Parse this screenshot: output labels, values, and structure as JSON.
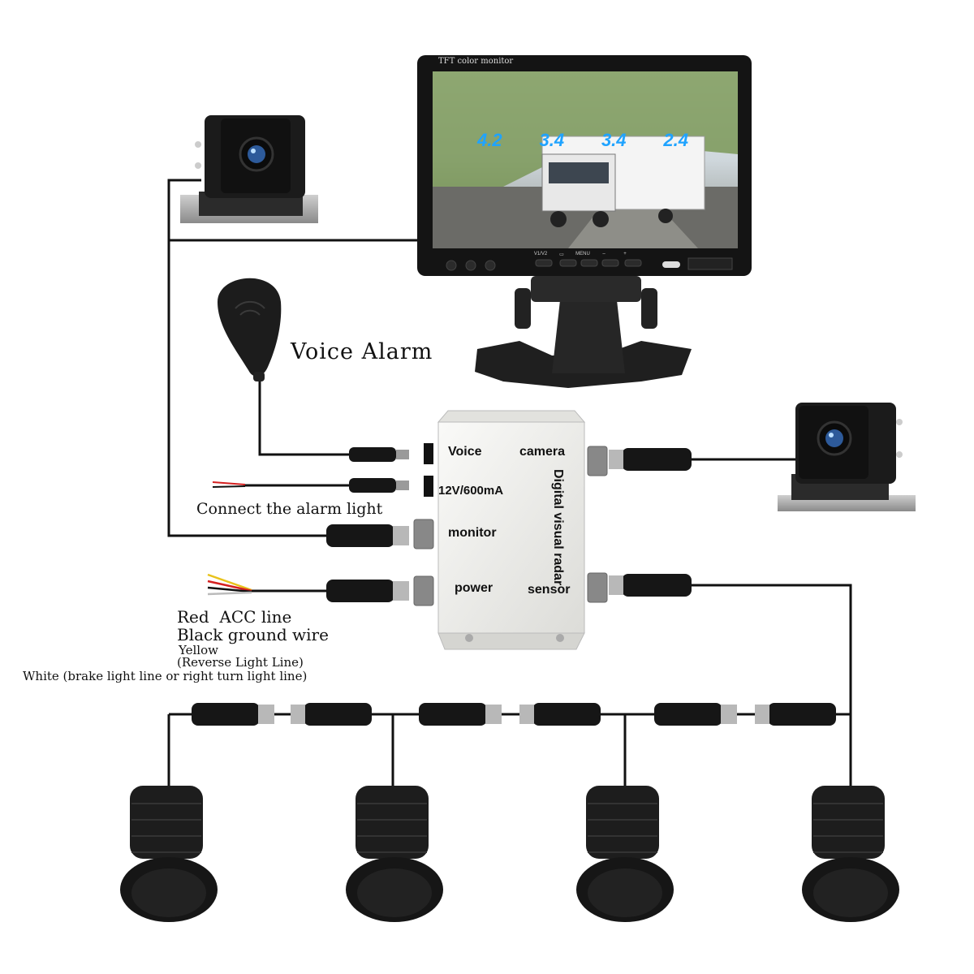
{
  "monitor": {
    "brand_label": "TFT color monitor",
    "overlay_readings": [
      "4.2",
      "3.4",
      "3.4",
      "2.4"
    ],
    "buttons": [
      "V1/V2",
      "▭",
      "MENU",
      "–",
      "+"
    ]
  },
  "voice_alarm_label": "Voice Alarm",
  "control_box": {
    "title": "Digital visual radar",
    "ports": {
      "voice": "Voice",
      "camera": "camera",
      "power_rating": "12V/600mA",
      "monitor": "monitor",
      "power": "power",
      "sensor": "sensor"
    }
  },
  "alarm_light_label": "Connect the alarm light",
  "wire_legend": {
    "red": "Red  ACC line",
    "black": "Black ground wire",
    "yellow": "Yellow",
    "yellow_note": "(Reverse Light Line)",
    "white": "White (brake light line or right turn light line)"
  },
  "colors": {
    "overlay_digits": "#1fa3ff",
    "wire": "#111111",
    "box": "#f2f2f0",
    "device_black": "#1b1b1b",
    "red_wire": "#d42020",
    "yellow_wire": "#e8c21a"
  }
}
